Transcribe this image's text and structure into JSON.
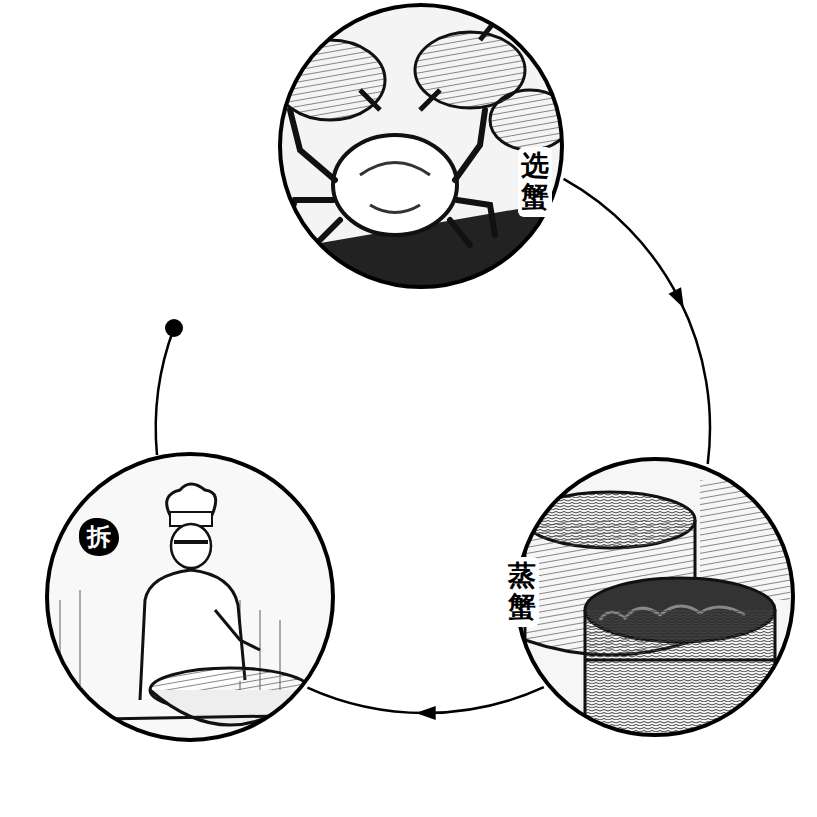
{
  "diagram": {
    "nodes": [
      {
        "text": [
          "选蟹"
        ]
      },
      {
        "text": [
          "蒸蟹"
        ]
      },
      {
        "text": [
          "拆"
        ]
      }
    ],
    "edges": [
      {
        "from": 0,
        "to": 1,
        "arrow": "to"
      },
      {
        "from": 1,
        "to": 2,
        "arrow": "to"
      }
    ]
  }
}
